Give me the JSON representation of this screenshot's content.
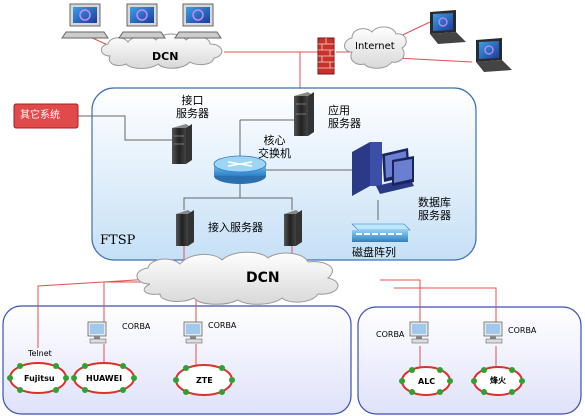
{
  "top": {
    "dcn_cloud_label": "DCN",
    "internet_label": "Internet",
    "icons": [
      "desktop-pc-icon",
      "laptop-icon",
      "firewall-icon"
    ]
  },
  "ftsp": {
    "title": "FTSP",
    "external_system": "其它系统",
    "interface_server": "接口\n服务器",
    "app_server": "应用\n服务器",
    "core_switch": "核心\n交换机",
    "database_server": "数据库\n服务器",
    "access_servers": "接入服务器",
    "disk_array": "磁盘阵列"
  },
  "middle": {
    "dcn_cloud_label": "DCN"
  },
  "left_region": {
    "telnet": "Telnet",
    "corba_1": "CORBA",
    "corba_2": "CORBA",
    "rings": [
      "Fujitsu",
      "HUAWEI",
      "ZTE"
    ]
  },
  "right_region": {
    "corba_1": "CORBA",
    "corba_2": "CORBA",
    "rings": [
      "ALC",
      "烽火"
    ]
  },
  "colors": {
    "ftsp_fill": "#cfe6f8",
    "region_fill": "#e4e7fb",
    "link_red": "#e05050",
    "ring_red": "#d9312c",
    "node_green": "#2ea12e",
    "ext_box": "#e04a4a"
  }
}
